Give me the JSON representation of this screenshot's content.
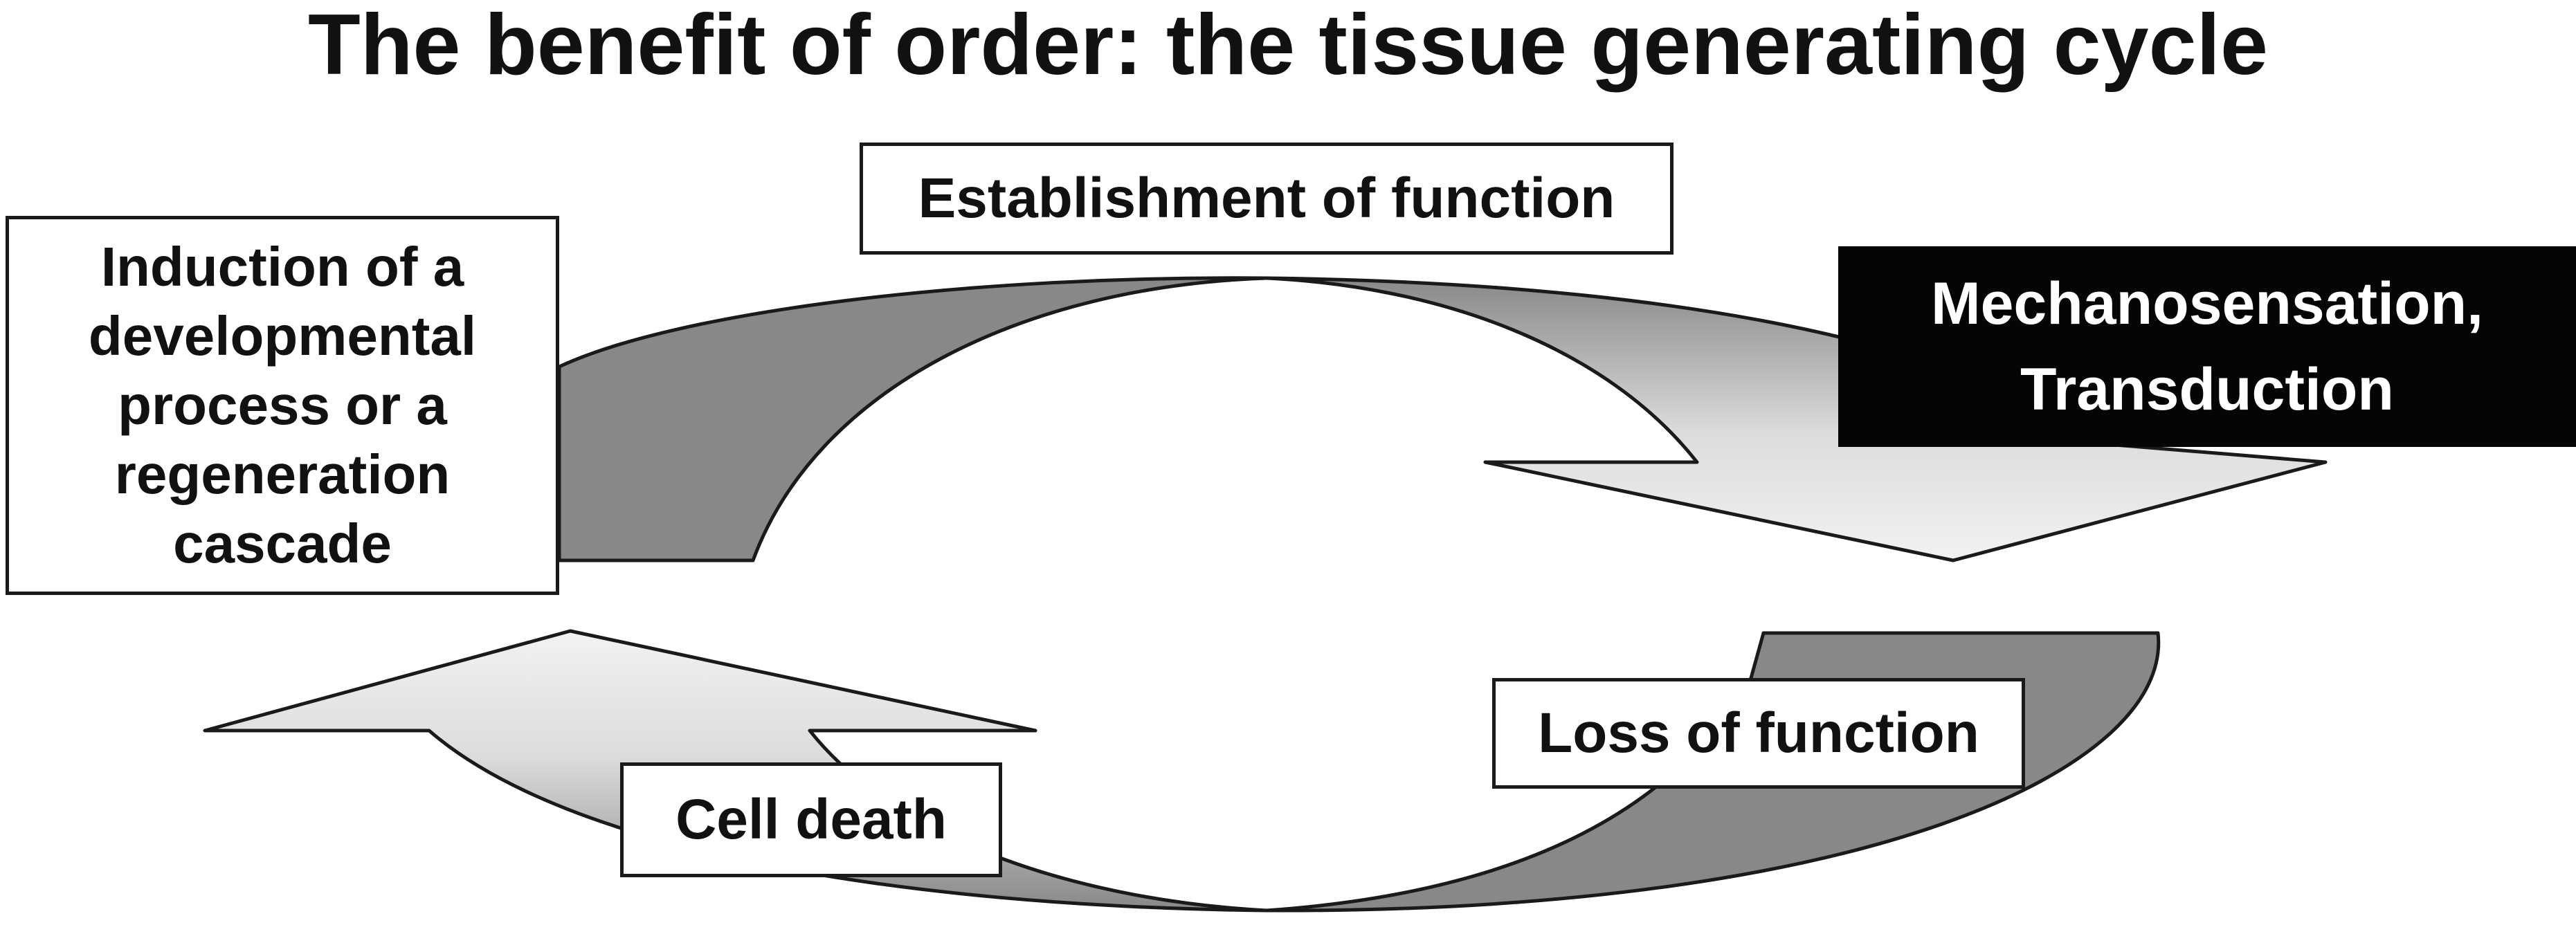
{
  "title": "The benefit of order: the tissue generating cycle",
  "boxes": {
    "top": "Establishment of function",
    "left": "Induction of a\ndevelopmental\nprocess or a\nregeneration\ncascade",
    "right": "Mechanosensation,\nTransduction",
    "loss": "Loss of function",
    "death": "Cell death"
  },
  "colors": {
    "arrow_dark": "#888888",
    "arrow_light": "#ebebeb",
    "stroke": "#1a1a1a",
    "label_dark_bg": "#050505"
  }
}
